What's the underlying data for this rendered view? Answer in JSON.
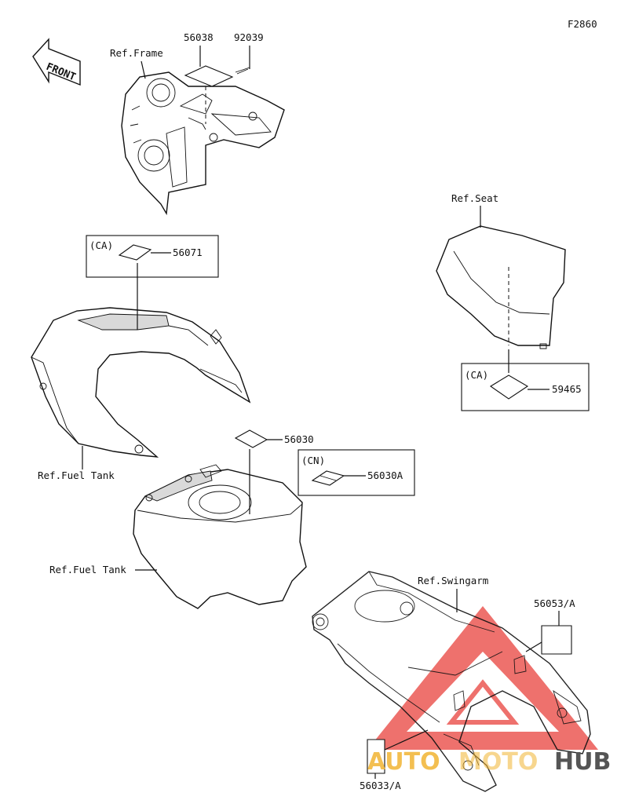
{
  "figure_code": "F2860",
  "front_label": "FRONT",
  "refs": {
    "frame": "Ref.Frame",
    "seat": "Ref.Seat",
    "fuel_tank_cover": "Ref.Fuel Tank",
    "fuel_tank": "Ref.Fuel Tank",
    "swingarm": "Ref.Swingarm"
  },
  "parts": {
    "p56038": "56038",
    "p92039": "92039",
    "p56071": "56071",
    "p59465": "59465",
    "p56030": "56030",
    "p56030A": "56030A",
    "p56053A": "56053/A",
    "p56033A": "56033/A"
  },
  "regions": {
    "ca_1": "(CA)",
    "ca_2": "(CA)",
    "cn": "(CN)"
  },
  "watermark": {
    "part1": "AUTO",
    "part2": "MOTO",
    "part3": "HUB",
    "colors": {
      "triangle": "#e8413c",
      "auto": "#f2b533",
      "moto": "#f2b533",
      "hub": "#555555"
    }
  }
}
